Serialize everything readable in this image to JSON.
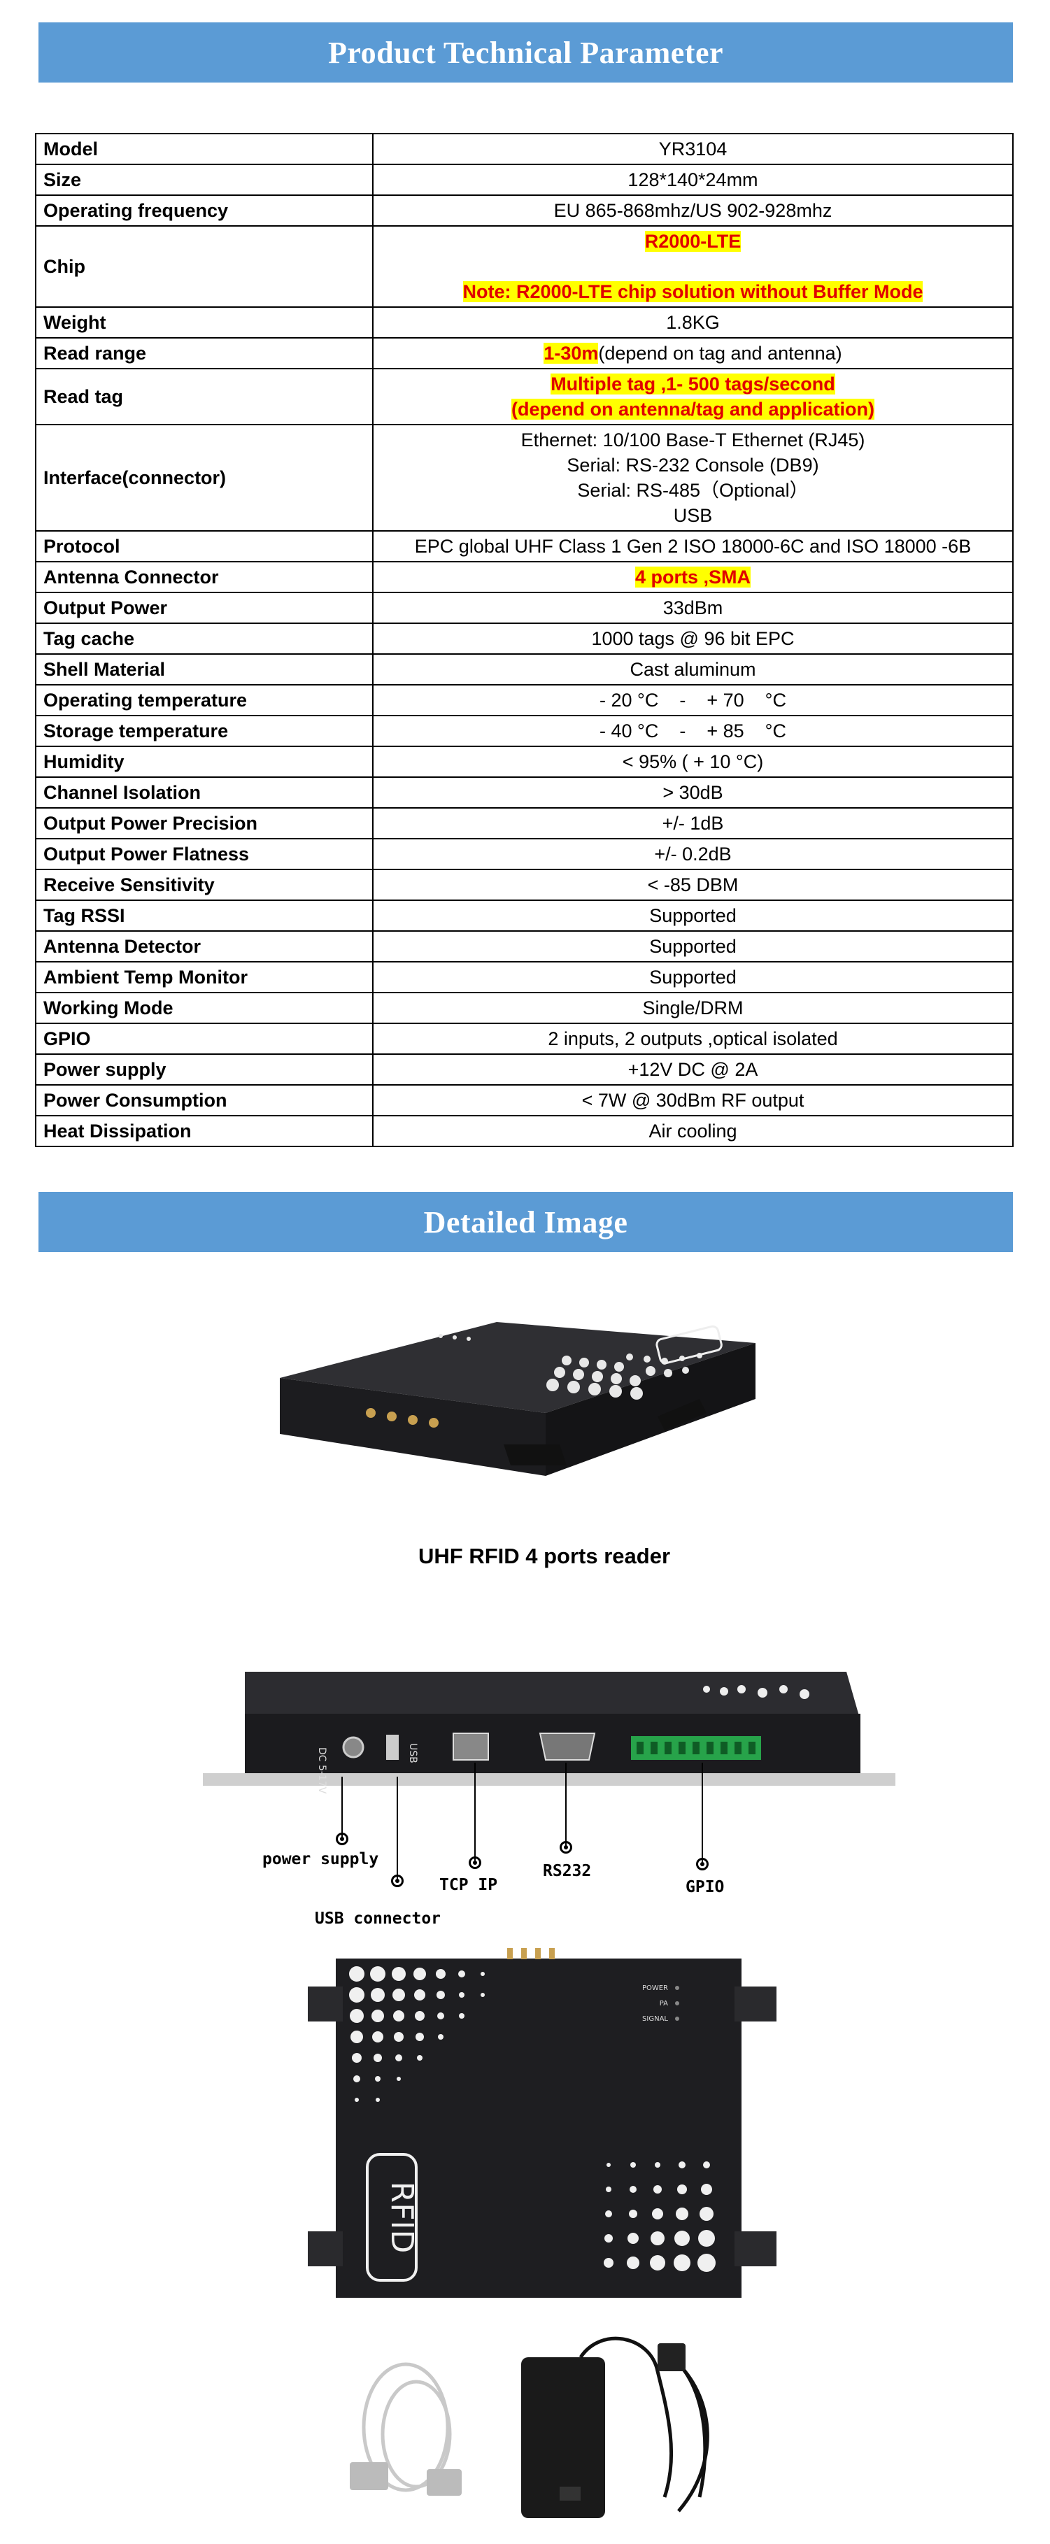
{
  "section1_title": "Product Technical Parameter",
  "section2_title": "Detailed Image",
  "specs": [
    {
      "key": "Model",
      "value": "YR3104"
    },
    {
      "key": "Size",
      "value": "128*140*24mm"
    },
    {
      "key": "Operating frequency",
      "value": "EU 865-868mhz/US 902-928mhz"
    },
    {
      "key": "Chip",
      "value_line1": "R2000-LTE",
      "value_line2": "Note: R2000-LTE chip solution without Buffer Mode"
    },
    {
      "key": "Weight",
      "value": "1.8KG"
    },
    {
      "key": "Read range",
      "value_hl": "1-30m",
      "value_rest": "(depend on tag and antenna)"
    },
    {
      "key": "Read tag",
      "value_line1": "Multiple tag ,1- 500 tags/second",
      "value_line2": "(depend on antenna/tag and application)"
    },
    {
      "key": "Interface(connector)",
      "lines": [
        "Ethernet: 10/100 Base-T Ethernet (RJ45)",
        "Serial: RS-232 Console (DB9)",
        "Serial: RS-485（Optional）",
        "USB"
      ]
    },
    {
      "key": "Protocol",
      "value": "EPC global UHF Class 1 Gen 2 ISO 18000-6C and ISO 18000 -6B"
    },
    {
      "key": "Antenna Connector",
      "value": "4 ports ,SMA"
    },
    {
      "key": "Output Power",
      "value": "33dBm"
    },
    {
      "key": "Tag cache",
      "value": "1000 tags @ 96 bit EPC"
    },
    {
      "key": "Shell Material",
      "value": "Cast aluminum"
    },
    {
      "key": "Operating temperature",
      "value": "- 20 °C    -    + 70    °C"
    },
    {
      "key": "Storage temperature",
      "value": "- 40 °C    -    + 85    °C"
    },
    {
      "key": "Humidity",
      "value": "< 95% ( + 10 °C)"
    },
    {
      "key": "Channel Isolation",
      "value": "> 30dB"
    },
    {
      "key": "Output Power Precision",
      "value": "+/- 1dB"
    },
    {
      "key": "Output Power Flatness",
      "value": "+/- 0.2dB"
    },
    {
      "key": "Receive Sensitivity",
      "value": "< -85 DBM"
    },
    {
      "key": "Tag RSSI",
      "value": "Supported"
    },
    {
      "key": "Antenna Detector",
      "value": "Supported"
    },
    {
      "key": "Ambient Temp Monitor",
      "value": "Supported"
    },
    {
      "key": "Working Mode",
      "value": "Single/DRM"
    },
    {
      "key": "GPIO",
      "value": "2 inputs, 2 outputs ,optical isolated"
    },
    {
      "key": "Power supply",
      "value": "+12V DC @ 2A"
    },
    {
      "key": "Power Consumption",
      "value": "< 7W @ 30dBm RF output"
    },
    {
      "key": "Heat Dissipation",
      "value": "Air cooling"
    }
  ],
  "caption_reader": "UHF RFID 4 ports reader",
  "rear_labels": {
    "power": "power supply",
    "usb": "USB connector",
    "tcp": "TCP IP",
    "rs232": "RS232",
    "gpio": "GPIO",
    "port_dc": "DC 5-17V",
    "port_usb": "USB"
  },
  "device_logo": "RFID",
  "leds": [
    "POWER",
    "PA",
    "SIGNAL"
  ],
  "colors": {
    "banner": "#5b9bd5",
    "highlight": "#ffff00",
    "red_text": "#e00000"
  }
}
